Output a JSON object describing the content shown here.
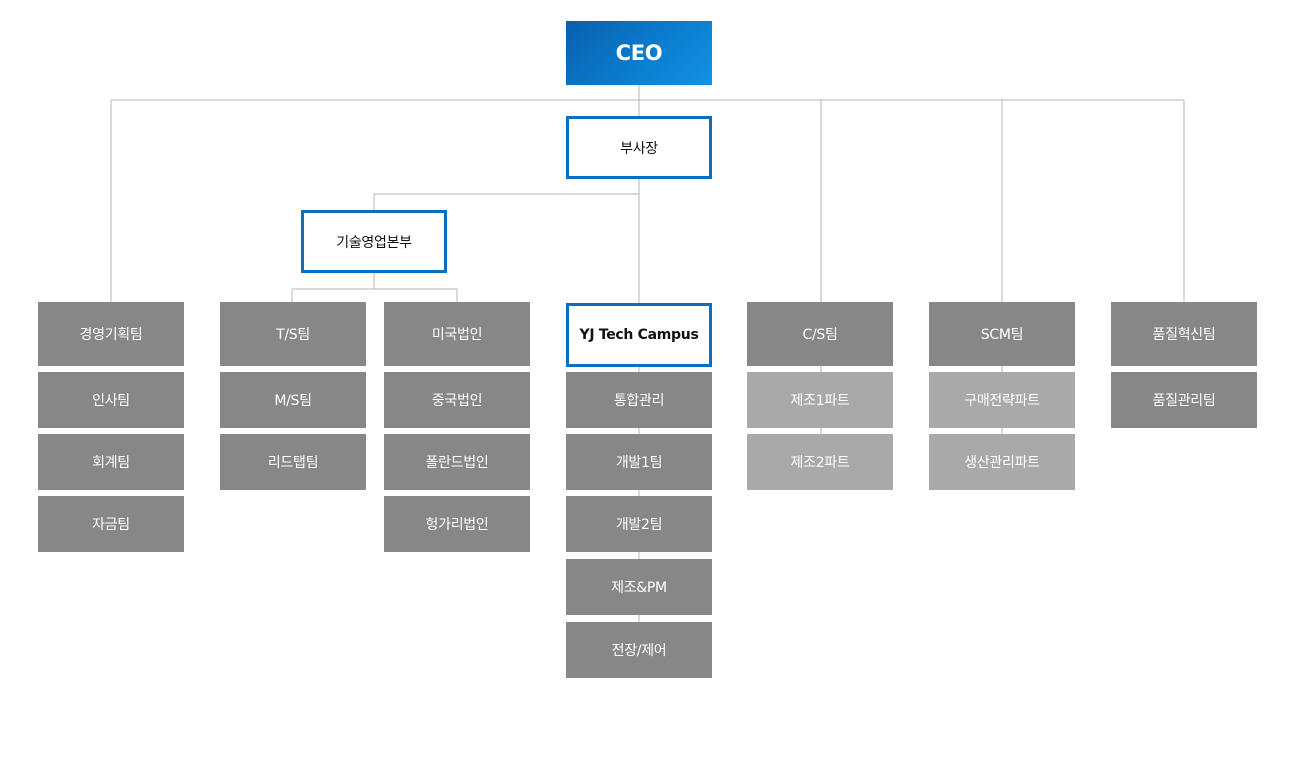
{
  "ceo": "CEO",
  "vp": "부사장",
  "tech_sales_hq": "기술영업본부",
  "management_planning": {
    "head": "경영기획팀",
    "items": [
      "인사팀",
      "회계팀",
      "자금팀"
    ]
  },
  "ts_team": {
    "head": "T/S팀",
    "items": [
      "M/S팀",
      "리드탭팀"
    ]
  },
  "overseas": {
    "head": "미국법인",
    "items": [
      "중국법인",
      "폴란드법인",
      "헝가리법인"
    ]
  },
  "campus": {
    "head": "YJ Tech Campus",
    "items": [
      "통합관리",
      "개발1팀",
      "개발2팀",
      "제조&PM",
      "전장/제어"
    ]
  },
  "cs_team": {
    "head": "C/S팀",
    "items": [
      "제조1파트",
      "제조2파트"
    ]
  },
  "scm_team": {
    "head": "SCM팀",
    "items": [
      "구매전략파트",
      "생산관리파트"
    ]
  },
  "quality": {
    "head": "품질혁신팀",
    "items": [
      "품질관리팀"
    ]
  },
  "colors": {
    "accent_blue": "#0b6fc0",
    "dark_box": "#878787",
    "light_box": "#a9a9a9",
    "line": "#b5b5b5"
  }
}
